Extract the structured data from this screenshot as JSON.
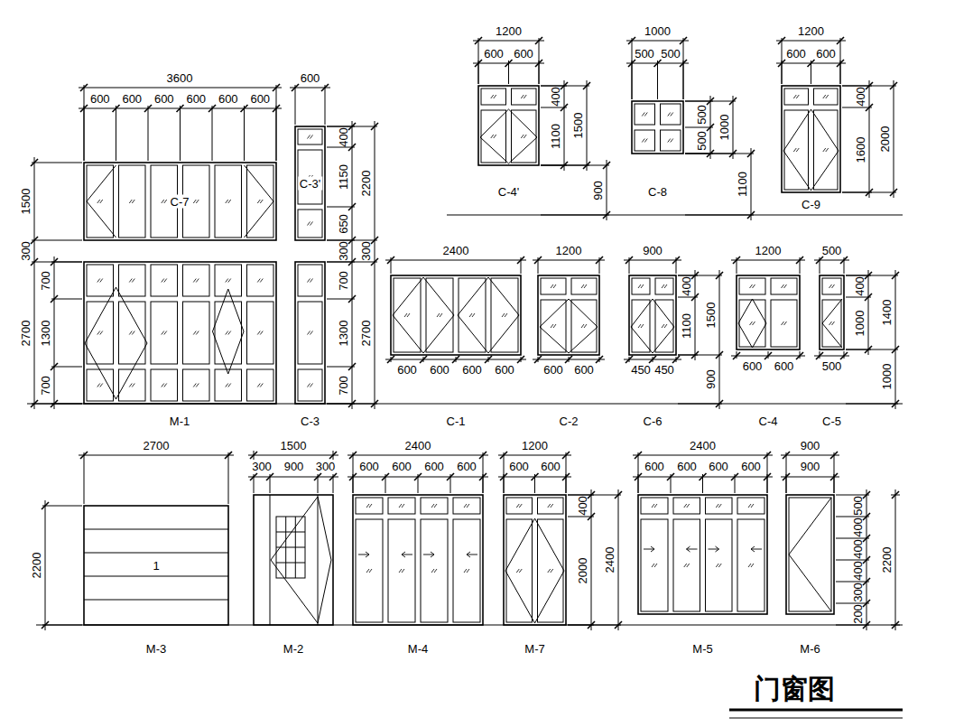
{
  "diagram": {
    "title": "门窗图",
    "labels": [
      "3600",
      "600",
      "600",
      "600",
      "600",
      "600",
      "600",
      "600",
      "1200",
      "600",
      "600",
      "1000",
      "500",
      "500",
      "1200",
      "600",
      "600",
      "400",
      "1100",
      "1500",
      "500",
      "500",
      "1000",
      "400",
      "1600",
      "2000",
      "C-7",
      "400",
      "1150",
      "2200",
      "650",
      "C-3'",
      "1500",
      "C-4'",
      "900",
      "C-8",
      "1100",
      "C-9",
      "300",
      "300",
      "300",
      "2400",
      "1200",
      "900",
      "1200",
      "500",
      "700",
      "700",
      "400",
      "400",
      "2700",
      "1300",
      "1300",
      "2700",
      "1100",
      "1500",
      "1000",
      "1400",
      "600",
      "600",
      "600",
      "600",
      "600",
      "600",
      "450",
      "450",
      "600",
      "600",
      "500",
      "900",
      "1000",
      "700",
      "700",
      "M-1",
      "C-3",
      "C-1",
      "C-2",
      "C-6",
      "C-4",
      "C-5",
      "2700",
      "1500",
      "2400",
      "1200",
      "2400",
      "900",
      "300",
      "900",
      "300",
      "600",
      "600",
      "600",
      "600",
      "600",
      "600",
      "600",
      "600",
      "600",
      "600",
      "900",
      "400",
      "500",
      "400",
      "400",
      "400",
      "300",
      "200",
      "2200",
      "2400",
      "2000",
      "2200",
      "1",
      "M-3",
      "M-2",
      "M-4",
      "M-7",
      "M-5",
      "M-6"
    ]
  }
}
